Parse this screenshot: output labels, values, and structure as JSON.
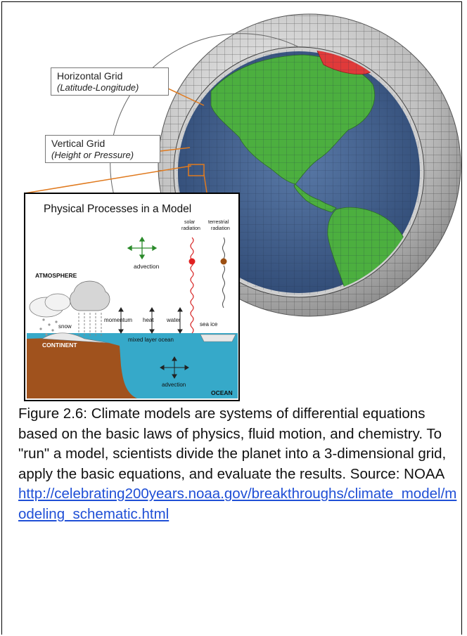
{
  "labels": {
    "horizontal_title": "Horizontal Grid",
    "horizontal_sub": "(Latitude-Longitude)",
    "vertical_title": "Vertical Grid",
    "vertical_sub": "(Height or Pressure)"
  },
  "inset": {
    "title": "Physical Processes in a Model",
    "atmosphere": "ATMOSPHERE",
    "advection_top": "advection",
    "snow": "snow",
    "momentum": "momentum",
    "heat": "heat",
    "water": "water",
    "solar_line1": "solar",
    "solar_line2": "radiation",
    "terrestrial_line1": "terrestrial",
    "terrestrial_line2": "radiation",
    "sea_ice": "sea ice",
    "continent": "CONTINENT",
    "mixed_layer": "mixed layer ocean",
    "advection_bottom": "advection",
    "ocean": "OCEAN"
  },
  "caption": {
    "text": "Figure 2.6:  Climate models are systems of differential equations based on the basic laws of physics, fluid motion, and chemistry. To \"run\" a model, scientists divide the planet into a 3-dimensional grid, apply the basic equations, and evaluate the results. Source: NOAA",
    "link": "http://celebrating200years.noaa.gov/breakthroughs/climate_model/modeling_schematic.html"
  },
  "colors": {
    "land": "#4caf3f",
    "ocean_globe": "#3f5f8f",
    "grid_shell": "#d9d9d9",
    "red_region": "#e03a3a",
    "inset_ocean": "#36a9c9",
    "inset_land": "#a0521d",
    "link": "#1f4fd6"
  }
}
